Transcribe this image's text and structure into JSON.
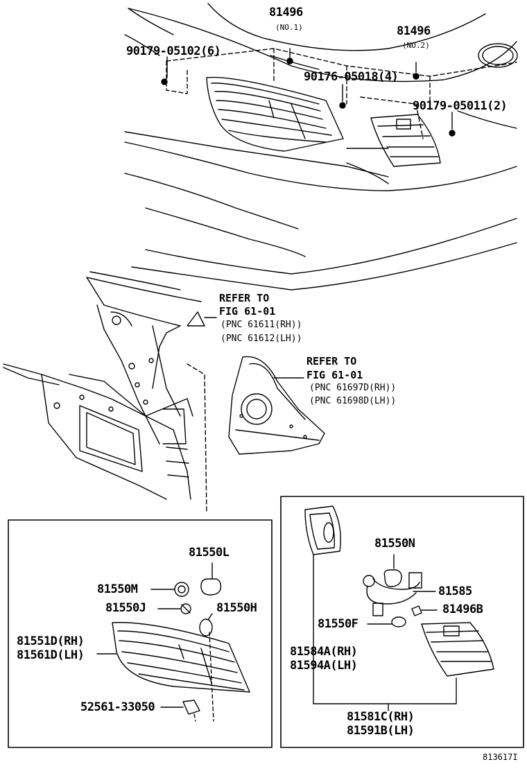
{
  "labels": {
    "p81496_a": "81496",
    "no1": "(NO.1)",
    "p81496_b": "81496",
    "no2": "(NO.2)",
    "p90179_05102": "90179-05102(6)",
    "p90176_05018": "90176-05018(4)",
    "p90179_05011": "90179-05011(2)",
    "refer1": "REFER TO",
    "fig1": "FIG 61-01",
    "pnc1_rh": "(PNC 61611(RH))",
    "pnc1_lh": "(PNC 61612(LH))",
    "refer2": "REFER TO",
    "fig2": "FIG 61-01",
    "pnc2_rh": "(PNC 61697D(RH))",
    "pnc2_lh": "(PNC 61698D(LH))",
    "p81550L": "81550L",
    "p81550M": "81550M",
    "p81550J": "81550J",
    "p81550H": "81550H",
    "p81551D": "81551D(RH)",
    "p81561D": "81561D(LH)",
    "p52561": "52561-33050",
    "p81550N": "81550N",
    "p81585": "81585",
    "p81496B": "81496B",
    "p81550F": "81550F",
    "p81584A": "81584A(RH)",
    "p81594A": "81594A(LH)",
    "p81581C": "81581C(RH)",
    "p81591B": "81591B(LH)",
    "figure_number": "813617I"
  }
}
